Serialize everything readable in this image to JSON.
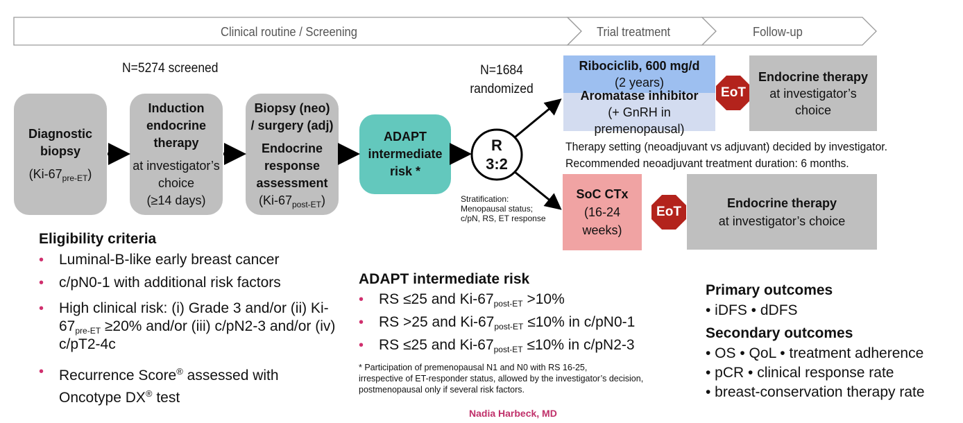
{
  "phases": [
    {
      "label": "Clinical routine / Screening"
    },
    {
      "label": "Trial treatment"
    },
    {
      "label": "Follow-up"
    }
  ],
  "counts": {
    "screened": "N=5274 screened",
    "randomized_n": "N=1684",
    "randomized_label": "randomized"
  },
  "flow": {
    "diagnostic": {
      "title1": "Diagnostic",
      "title2": "biopsy",
      "ki_pre": "(Ki-67",
      "ki_sub": "pre-ET",
      "ki_post": ")"
    },
    "induction": {
      "title1": "Induction",
      "title2": "endocrine",
      "title3": "therapy",
      "line1": "at investigator’s",
      "line2": "choice",
      "line3": "(≥14 days)"
    },
    "biopsy": {
      "title1": "Biopsy (neo)",
      "title2": "/ surgery (adj)",
      "title3": "Endocrine",
      "title4": "response",
      "title5": "assessment",
      "ki_pre": "(Ki-67",
      "ki_sub": "post-ET",
      "ki_post": ")"
    },
    "adapt": {
      "line1": "ADAPT",
      "line2": "intermediate",
      "line3": "risk *"
    },
    "randomization": {
      "letter": "R",
      "ratio": "3:2"
    },
    "stratification": {
      "line1": "Stratification:",
      "line2": "Menopausal status;",
      "line3": "c/pN, RS, ET response"
    }
  },
  "arms": {
    "ribociclib": {
      "title": "Ribociclib, 600 mg/d",
      "duration": "(2 years)",
      "color": "#9dbff0"
    },
    "ai": {
      "title": "Aromatase inhibitor",
      "detail": "(+ GnRH in premenopausal)",
      "color": "#d3dcf0"
    },
    "soc": {
      "title": "SoC CTx",
      "line2": "(16-24",
      "line3": "weeks)",
      "color": "#f0a3a3"
    },
    "eot_label": "EoT",
    "eot_color": "#b3231c",
    "et_top": {
      "title": "Endocrine therapy",
      "line2": "at investigator’s",
      "line3": "choice"
    },
    "et_bottom": {
      "title": "Endocrine therapy",
      "line2": "at investigator’s choice"
    }
  },
  "setting_note": {
    "line1": "Therapy setting (neoadjuvant vs adjuvant) decided by investigator.",
    "line2": "Recommended neoadjuvant treatment duration: 6 months."
  },
  "eligibility": {
    "title": "Eligibility criteria",
    "items": [
      {
        "text": "Luminal-B-like early breast cancer"
      },
      {
        "text": "c/pN0-1 with additional risk factors"
      },
      {
        "a": "High clinical risk: (i) Grade 3 and/or (ii) Ki-67",
        "sub": "pre-ET",
        "b": " ≥20% and/or (iii) c/pN2-3 and/or (iv) c/pT2-4c"
      },
      {
        "a": "Recurrence Score",
        "sup1": "®",
        "b": " assessed with Oncotype DX",
        "sup2": "®",
        "c": " test"
      }
    ]
  },
  "adapt_risk": {
    "title": "ADAPT intermediate risk",
    "items": [
      {
        "a": "RS ≤25 and Ki-67",
        "sub": "post-ET",
        "b": " >10%"
      },
      {
        "a": "RS >25 and Ki-67",
        "sub": "post-ET",
        "b": " ≤10% in c/pN0-1"
      },
      {
        "a": "RS ≤25 and Ki-67",
        "sub": "post-ET",
        "b": " ≤10% in c/pN2-3"
      }
    ],
    "footnote": {
      "line1": "* Participation of premenopausal N1 and N0 with RS 16-25,",
      "line2": "irrespective of ET-responder status, allowed by the investigator’s decision,",
      "line3": "postmenopausal only if several risk factors."
    }
  },
  "outcomes": {
    "primary_title": "Primary outcomes",
    "primary": "• iDFS • dDFS",
    "secondary_title": "Secondary outcomes",
    "secondary": [
      "• OS • QoL • treatment adherence",
      "• pCR • clinical response rate",
      "• breast-conservation therapy rate"
    ]
  },
  "author": "Nadia Harbeck, MD"
}
